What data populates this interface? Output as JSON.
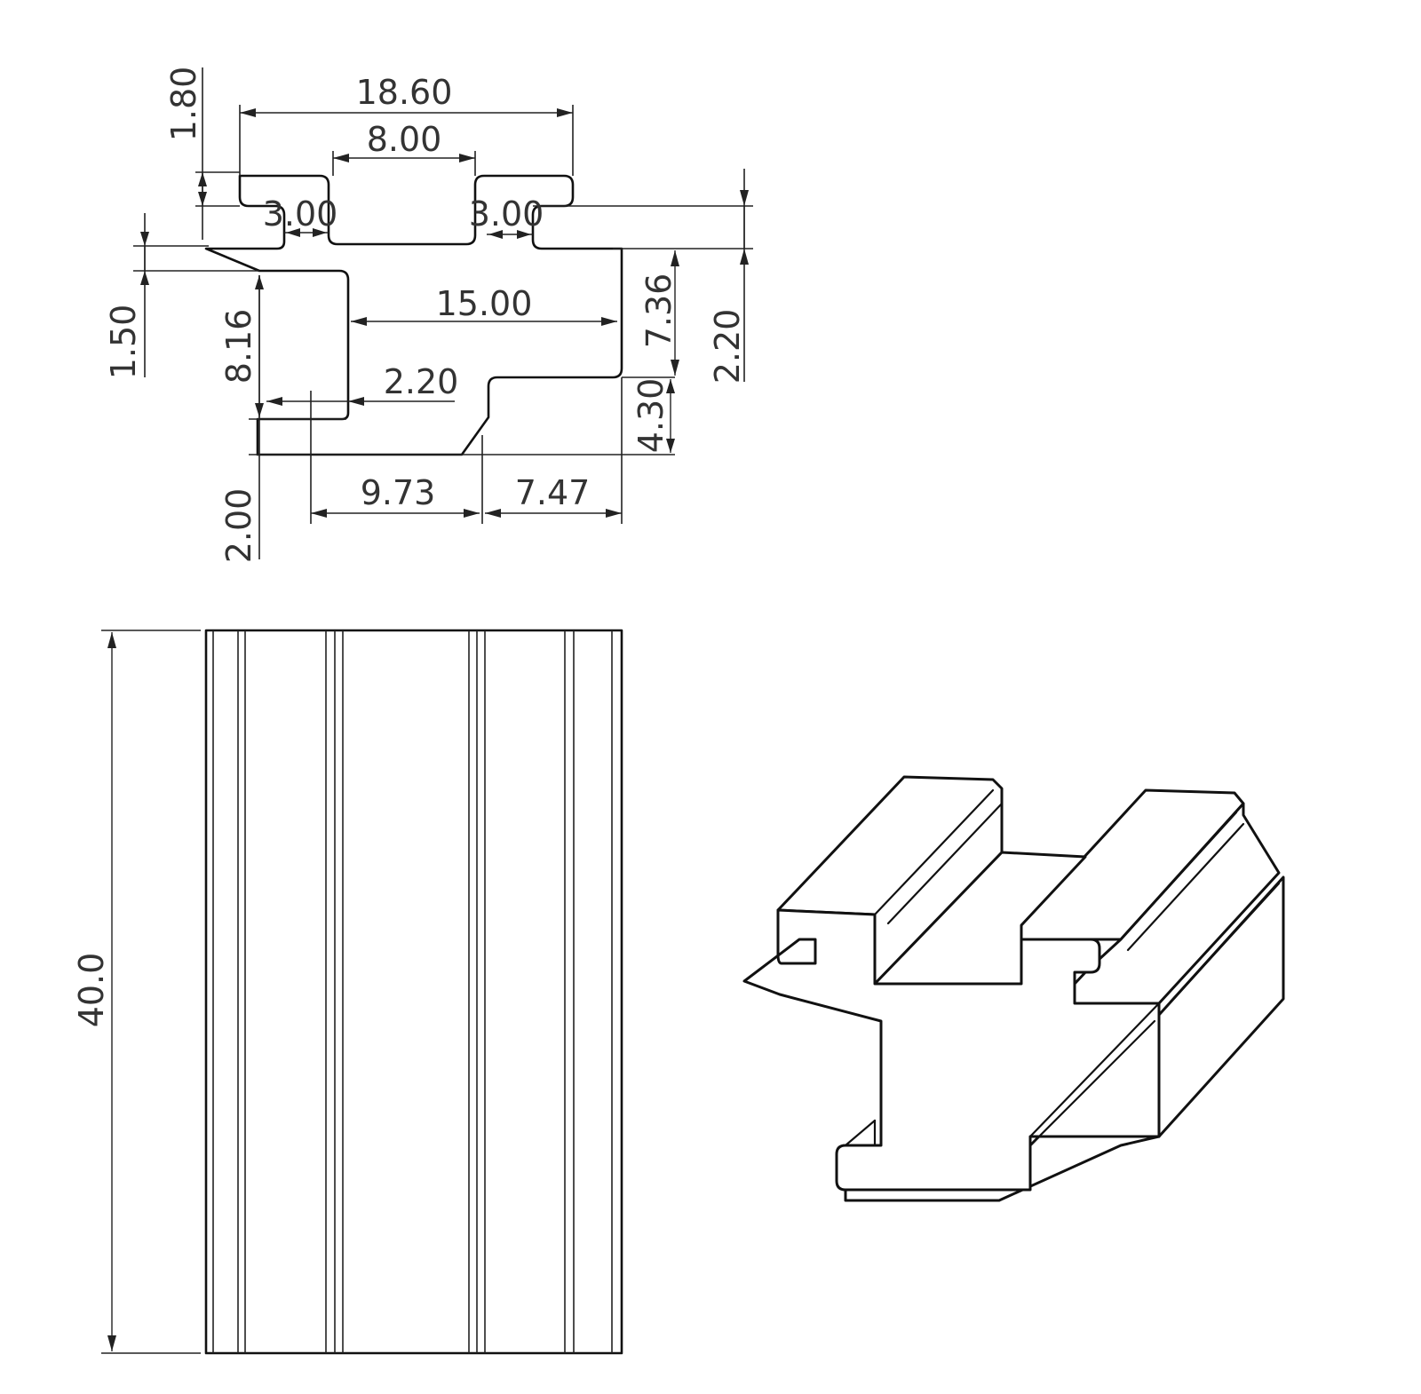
{
  "cross_section": {
    "dim_width_top": "18.60",
    "dim_slot_width": "8.00",
    "dim_lip_left": "3.00",
    "dim_lip_right": "3.00",
    "dim_flange_height": "1.80",
    "dim_left_step": "1.50",
    "dim_body_height": "8.16",
    "dim_inner_width": "15.00",
    "dim_web": "2.20",
    "dim_right_height": "7.36",
    "dim_right_step": "2.20",
    "dim_foot_height": "4.30",
    "dim_bottom_left": "9.73",
    "dim_bottom_right": "7.47",
    "dim_base": "2.00"
  },
  "front_view": {
    "dim_length": "40.0"
  },
  "iso_view": {}
}
